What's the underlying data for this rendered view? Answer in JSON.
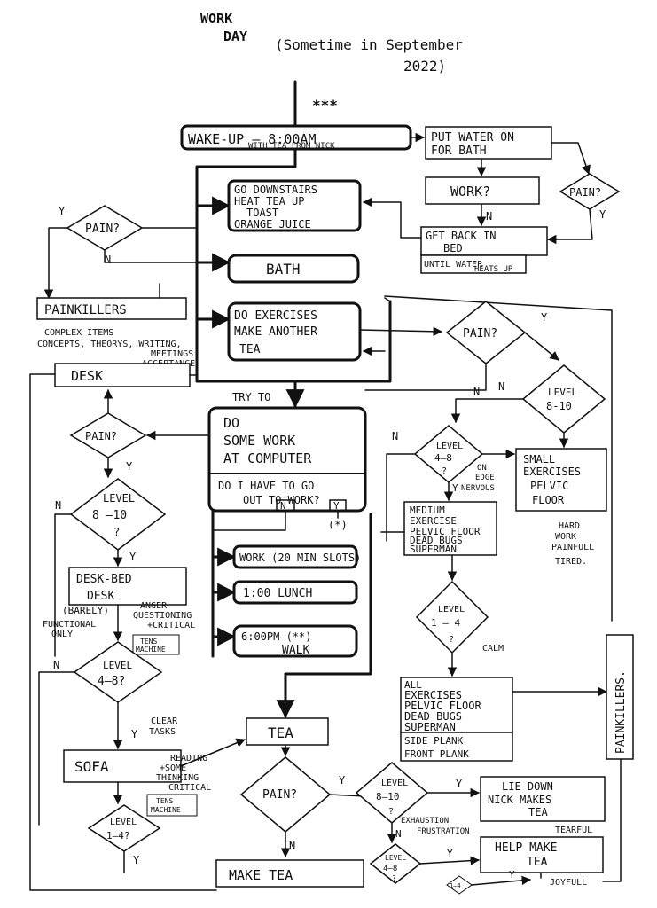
{
  "title": {
    "line1": "WORK",
    "line2": "DAY",
    "subtitle_1": "(Sometime in September",
    "subtitle_2": "2022)",
    "stars": "***"
  },
  "nodes": {
    "wake_up": "WAKE-UP — 8:00AM",
    "wake_up_sub": "WITH TEA FROM NICK",
    "put_water": [
      "PUT WATER ON",
      "FOR BATH"
    ],
    "work_q": "WORK?",
    "get_back": [
      "GET BACK IN",
      "BED"
    ],
    "until_water": [
      "UNTIL WATER",
      "HEATS UP"
    ],
    "pain_right": "PAIN?",
    "go_downstairs": [
      "GO DOWNSTAIRS",
      "HEAT TEA UP",
      "TOAST",
      "ORANGE JUICE"
    ],
    "bath": "BATH",
    "do_exercises": [
      "DO EXERCISES",
      "MAKE ANOTHER",
      "TEA"
    ],
    "pain_top_left": "PAIN?",
    "painkillers_left": "PAINKILLERS",
    "complex_items": [
      "COMPLEX ITEMS",
      "CONCEPTS, THEORYS, WRITING,",
      "MEETINGS",
      "ACCEPTANCE"
    ],
    "desk": "DESK",
    "pain_desk": "PAIN?",
    "level_8_10_left": [
      "LEVEL",
      "8 –10",
      "?"
    ],
    "desk_bed": [
      "DESK-BED",
      "DESK"
    ],
    "barely": "(BARELY)",
    "functional_only": [
      "FUNCTIONAL",
      "ONLY"
    ],
    "anger": [
      "ANGER",
      "QUESTIONING",
      "+CRITICAL"
    ],
    "tens_1": [
      "TENS",
      "MACHINE"
    ],
    "level_4_8_left": [
      "LEVEL",
      "4–8?"
    ],
    "clear_tasks": [
      "CLEAR",
      "TASKS"
    ],
    "sofa": "SOFA",
    "reading": [
      "READING",
      "+SOME",
      "THINKING",
      "CRITICAL"
    ],
    "tens_2": [
      "TENS",
      "MACHINE"
    ],
    "level_1_4_left": [
      "LEVEL",
      "1–4?"
    ],
    "try_to": "TRY TO",
    "do_work": [
      "DO",
      "SOME WORK",
      "AT COMPUTER"
    ],
    "go_out": [
      "DO I HAVE TO GO",
      "OUT TO WORK?"
    ],
    "star_marker": "(*)",
    "work_slots": "WORK (20 MIN SLOTS)",
    "lunch": "1:00 LUNCH",
    "walk": [
      "6:00PM (**)",
      "WALK"
    ],
    "tea": "TEA",
    "pain_tea": "PAIN?",
    "make_tea": "MAKE TEA",
    "pain_mid_right": "PAIN?",
    "level_8_10_right": [
      "LEVEL",
      "8-10"
    ],
    "small_exercises": [
      "SMALL",
      "EXERCISES",
      "PELVIC",
      "FLOOR"
    ],
    "hard_work": [
      "HARD",
      "WORK",
      "PAINFULL",
      "TIRED."
    ],
    "level_4_8_mid": [
      "LEVEL",
      "4–8",
      "?"
    ],
    "on_edge": [
      "ON",
      "EDGE",
      "NERVOUS"
    ],
    "medium_exercise": [
      "MEDIUM",
      "EXERCISE",
      "PELVIC FLOOR",
      "DEAD BUGS",
      "SUPERMAN"
    ],
    "level_1_4_mid": [
      "LEVEL",
      "1 – 4",
      "?"
    ],
    "calm": "CALM",
    "all_exercises": [
      "ALL",
      "EXERCISES",
      "PELVIC FLOOR",
      "DEAD BUGS",
      "SUPERMAN"
    ],
    "side_plank": [
      "SIDE PLANK",
      "FRONT PLANK"
    ],
    "painkillers_right": "PAINKILLERS.",
    "level_8_10_bottom": [
      "LEVEL",
      "8–10",
      "?"
    ],
    "exhaustion": [
      "EXHAUSTION",
      "FRUSTRATION"
    ],
    "lie_down": [
      "LIE DOWN",
      "NICK MAKES",
      "TEA"
    ],
    "tearful": "TEARFUL",
    "level_4_8_bottom": [
      "LEVEL",
      "4–8",
      "?"
    ],
    "help_make_tea": [
      "HELP MAKE",
      "TEA"
    ],
    "level_1_4_bottom": "1–4",
    "joyfull": "JOYFULL"
  },
  "labels": {
    "yes": "Y",
    "no": "N"
  }
}
